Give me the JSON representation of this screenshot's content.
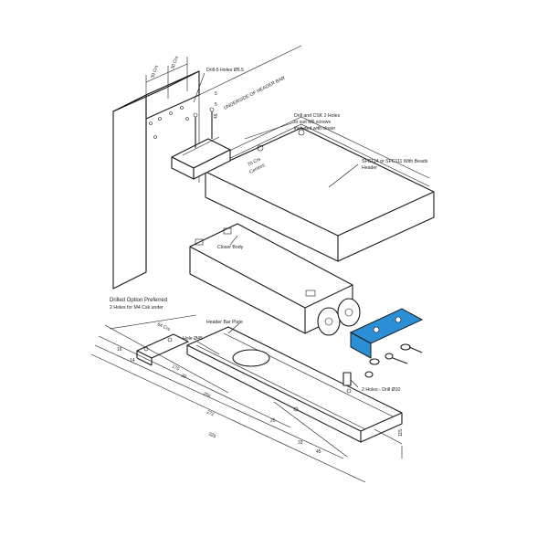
{
  "labels": {
    "drill_5_holes": "Drill-5 Holes Ø5.5",
    "underside_header_bar": "UNDERSIDE OF HEADER BAR",
    "drill_csk_line1": "Drill and CSK 2 Holes",
    "drill_csk_line2": "to suit M6 screws",
    "drill_csk_line3": "included with closer",
    "header_line1": "SFC114 or SFC111 With Beads",
    "header_line2": "Header",
    "centres_line1": "70 Crs",
    "centres_line2": "Centres",
    "closer_body": "Closer Body",
    "drilled_option_title": "Drilled Option Preferred",
    "drilled_option_sub": "2 Holes for M4 Csk under",
    "header_bar_plate": "Header Bar Plate",
    "hole_45": "Hole Ø45",
    "two_holes_drill": "2 Holes:- Drill Ø10"
  },
  "dimensions": {
    "crs_left": "39 Crs",
    "crs_right": "30 Crs",
    "d5a": "5",
    "d5b": "5",
    "d45": "45",
    "d64crs": "64 Crs",
    "d16": "16",
    "d14": "14",
    "d170": "170",
    "d20": "20",
    "d255": "255",
    "d272": "272",
    "d325": "325",
    "d25": "25",
    "d33": "33",
    "d45b": "45",
    "d115": "115"
  },
  "colors": {
    "bracket": "#2b8fd6",
    "line": "#1a1a1a"
  }
}
